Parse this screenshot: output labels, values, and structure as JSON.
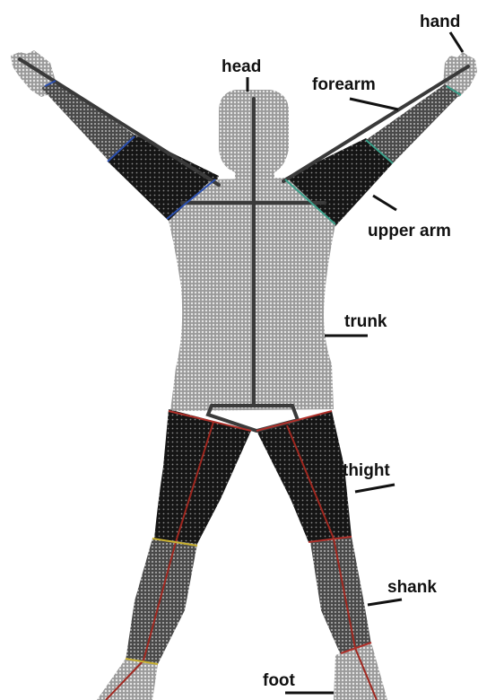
{
  "labels": {
    "hand": "hand",
    "head": "head",
    "forearm": "forearm",
    "upper_arm": "upper arm",
    "trunk": "trunk",
    "thigh": "thight",
    "shank": "shank",
    "foot": "foot"
  },
  "colors": {
    "background": "#ffffff",
    "light_segment": "#b4b4b4",
    "dark_segment": "#1e1e1e",
    "skeleton_line": "#3a3a3a",
    "arm_joint_blue": "#2a4fb0",
    "arm_joint_green": "#3aa08a",
    "leg_joint_red": "#b0302a",
    "leg_joint_yellow": "#c8b030",
    "label_text": "#111111"
  }
}
